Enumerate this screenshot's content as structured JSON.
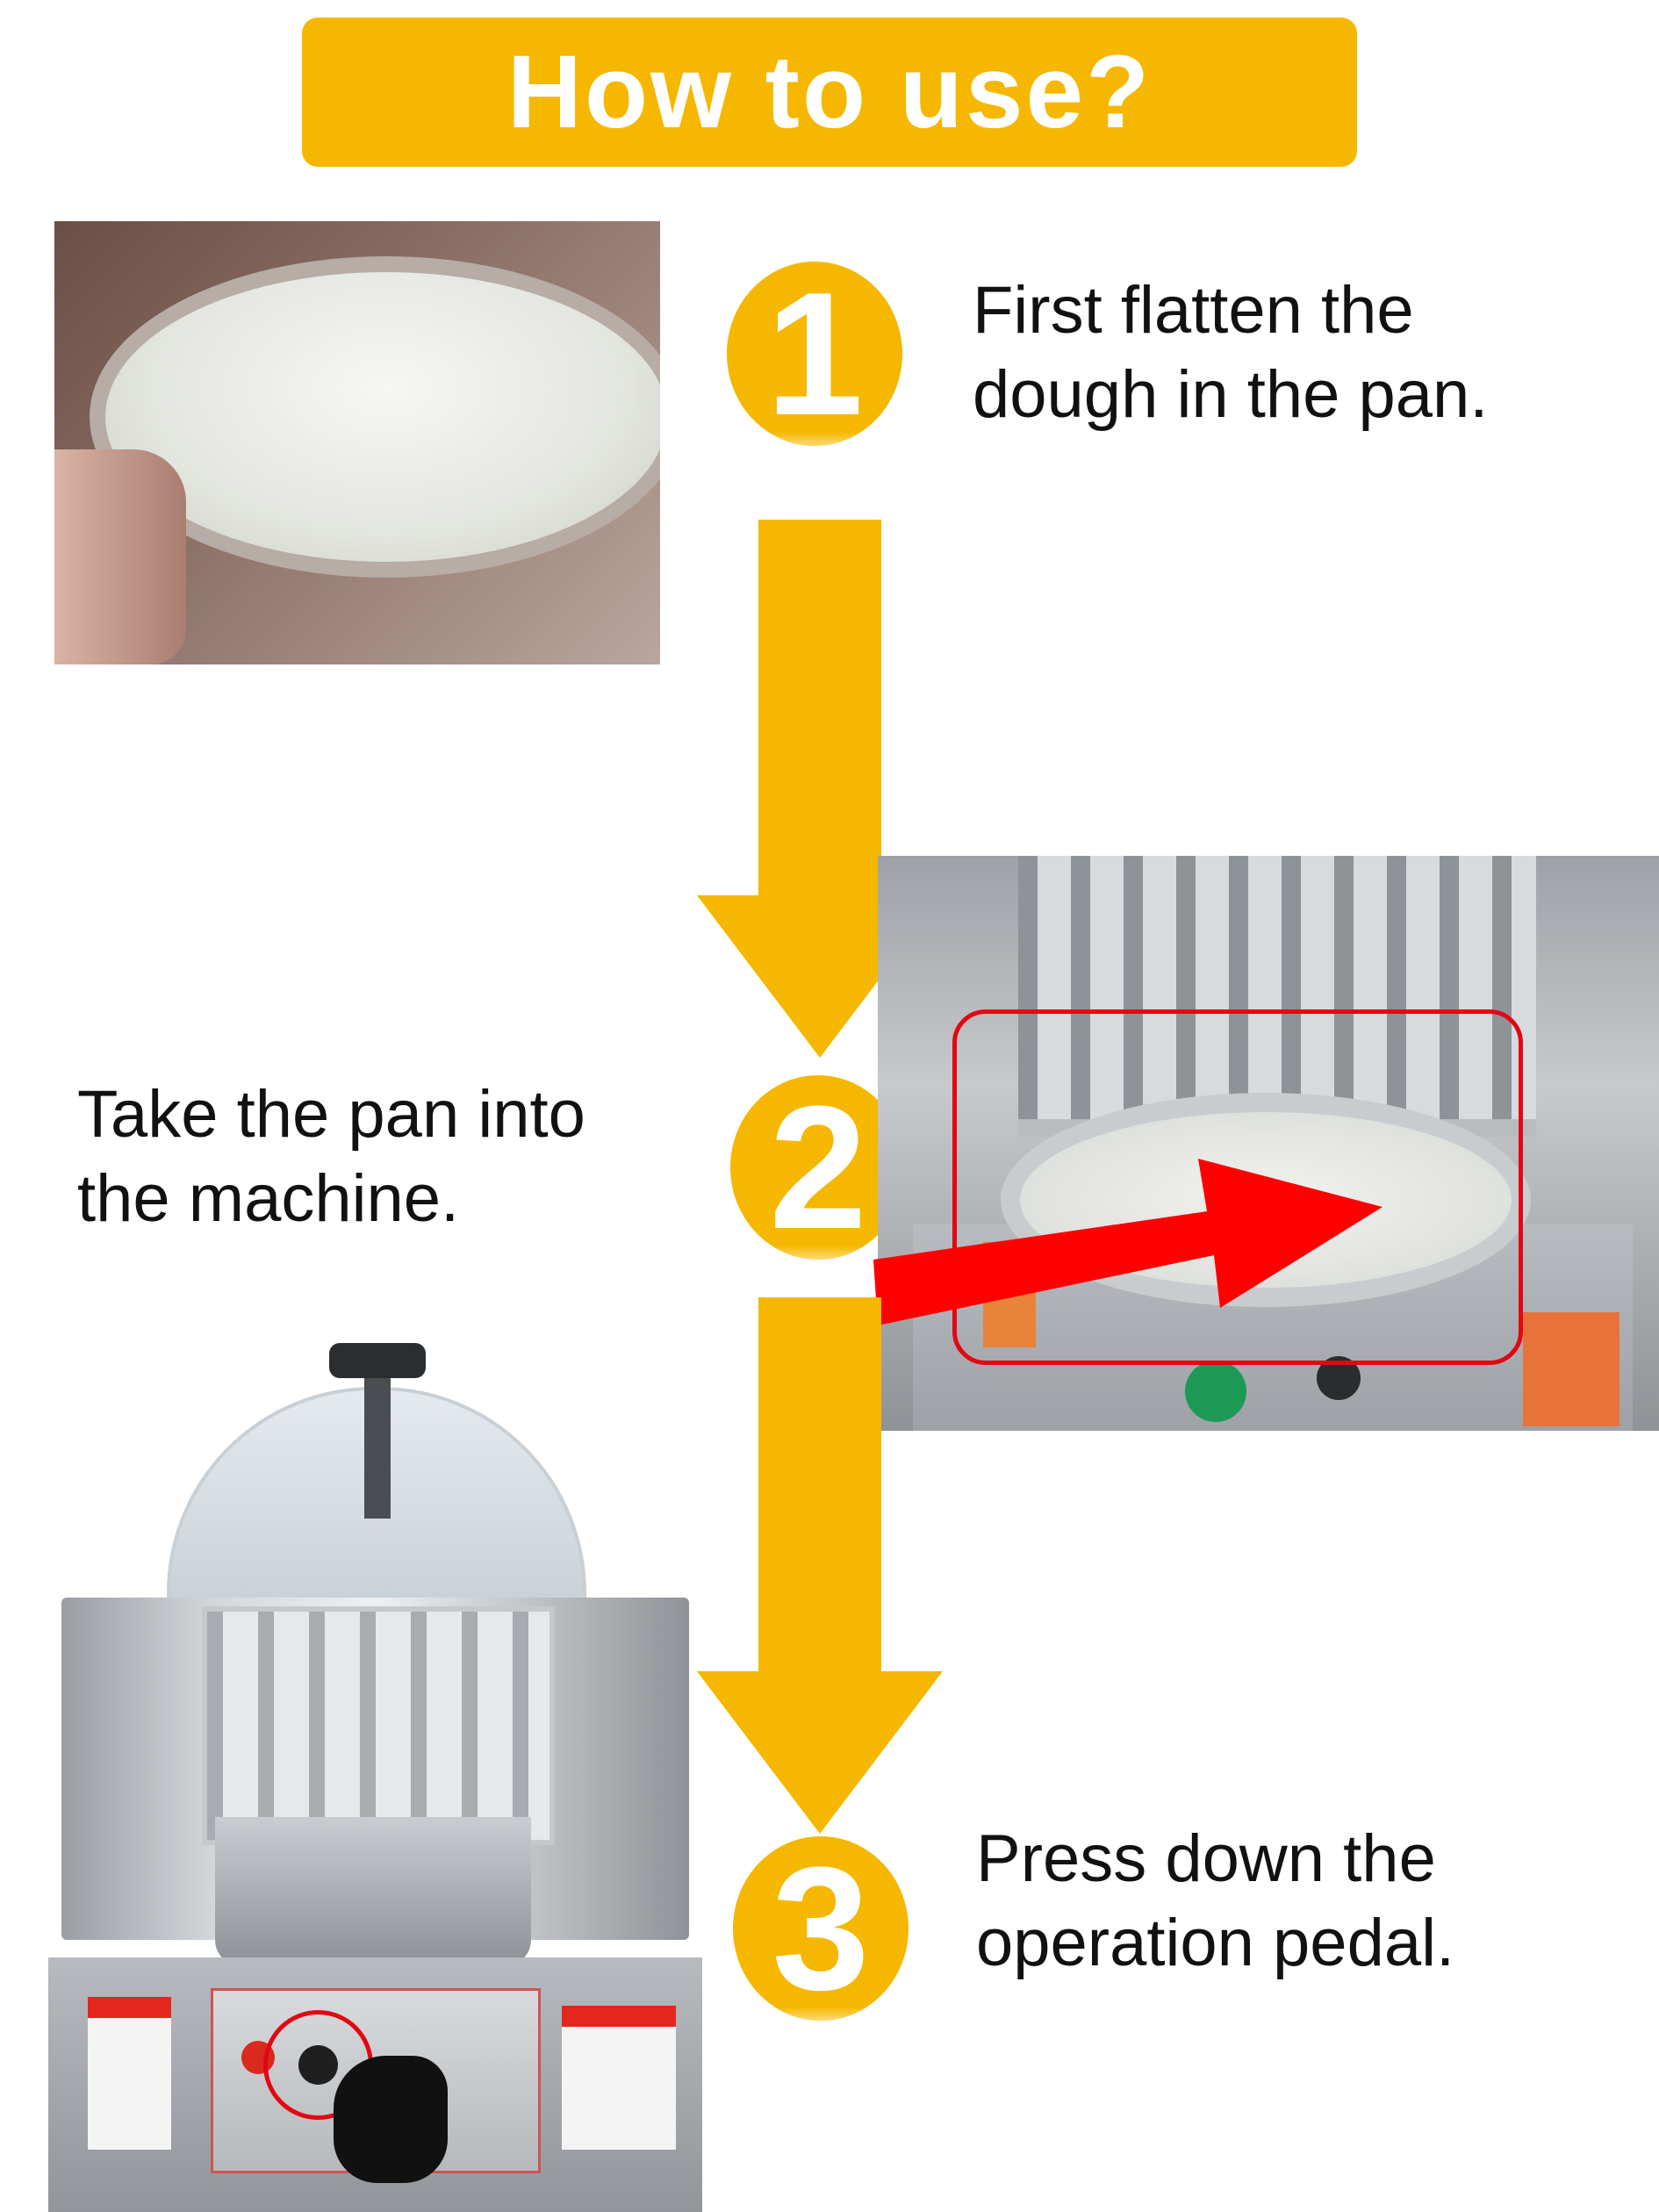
{
  "title": "How to use?",
  "steps": [
    {
      "number": "1",
      "text_line1": "First flatten the",
      "text_line2": "dough in the pan."
    },
    {
      "number": "2",
      "text_line1": "Take the pan into",
      "text_line2": "the machine."
    },
    {
      "number": "3",
      "text_line1": "Press down the",
      "text_line2": "operation pedal."
    }
  ],
  "colors": {
    "accent": "#f6b700",
    "highlight": "#e30613",
    "text": "#111111"
  },
  "icons": [
    "down-arrow-icon",
    "red-arrow-icon",
    "hand-pointer-icon"
  ]
}
